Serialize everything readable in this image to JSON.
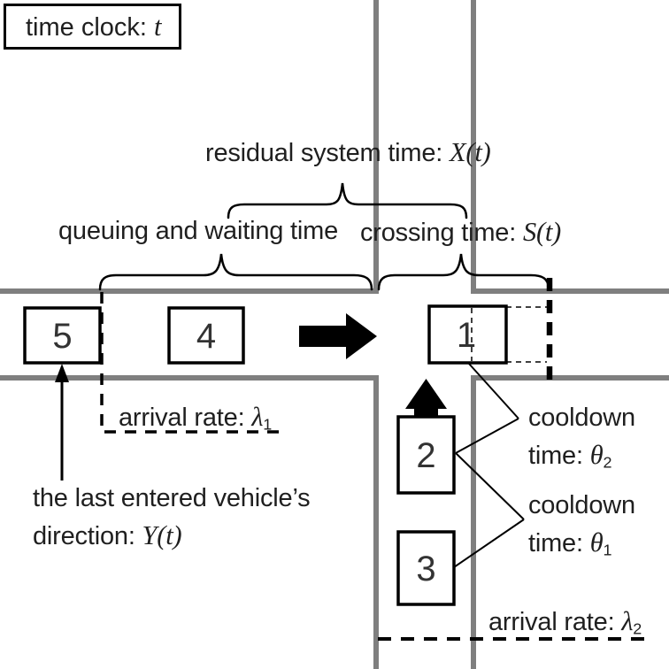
{
  "colors": {
    "road": "#7f7f7f",
    "ink": "#1f1f1f",
    "line": "#000000"
  },
  "icons": {
    "flow_right_arrow": "right-arrow",
    "flow_up_arrow": "up-arrow",
    "last_vehicle_pointer": "thin-up-arrow"
  },
  "title_box": {
    "rich": [
      {
        "t": "time clock: "
      },
      {
        "t": "t",
        "i": true
      }
    ]
  },
  "labels": {
    "residual_system_time": {
      "rich": [
        {
          "t": "residual system time: "
        },
        {
          "t": "X(t)",
          "i": true
        }
      ]
    },
    "queuing_waiting": {
      "text": "queuing and waiting time"
    },
    "crossing_time": {
      "rich": [
        {
          "t": "crossing time: "
        },
        {
          "t": "S(t)",
          "i": true
        }
      ]
    },
    "arrival_rate_1": {
      "rich": [
        {
          "t": "arrival rate: "
        },
        {
          "t": "λ",
          "i": true
        },
        {
          "t": "1",
          "sub": true
        }
      ]
    },
    "arrival_rate_2": {
      "rich": [
        {
          "t": "arrival rate: "
        },
        {
          "t": "λ",
          "i": true
        },
        {
          "t": "2",
          "sub": true
        }
      ]
    },
    "cooldown_2": {
      "line1": "cooldown",
      "line2_rich": [
        {
          "t": "time: "
        },
        {
          "t": "θ",
          "i": true
        },
        {
          "t": "2",
          "sub": true
        }
      ]
    },
    "cooldown_1": {
      "line1": "cooldown",
      "line2_rich": [
        {
          "t": "time: "
        },
        {
          "t": "θ",
          "i": true
        },
        {
          "t": "1",
          "sub": true
        }
      ]
    },
    "last_vehicle": {
      "line1": "the last entered vehicle’s",
      "line2_rich": [
        {
          "t": "direction: "
        },
        {
          "t": "Y(t)",
          "i": true
        }
      ]
    }
  },
  "vehicles": {
    "v1": "1",
    "v2": "2",
    "v3": "3",
    "v4": "4",
    "v5": "5"
  }
}
